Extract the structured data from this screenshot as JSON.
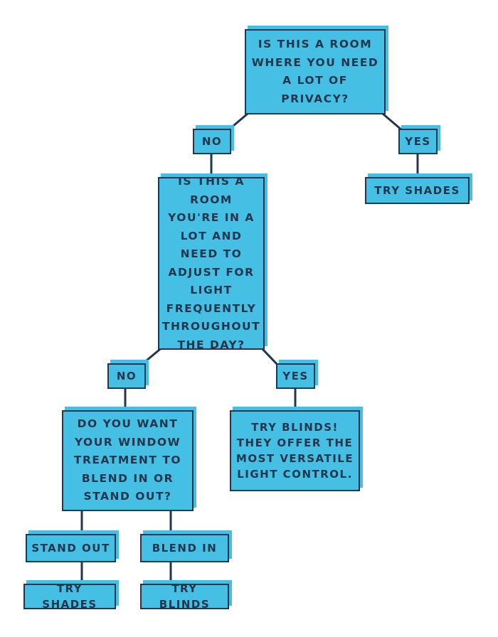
{
  "flowchart": {
    "q1": {
      "text": "IS THIS A ROOM WHERE YOU NEED A LOT OF PRIVACY?",
      "yes_label": "YES",
      "no_label": "NO",
      "yes_outcome": "TRY SHADES"
    },
    "q2": {
      "text": "IS THIS A ROOM YOU'RE IN A LOT AND NEED TO ADJUST FOR LIGHT FREQUENTLY THROUGHOUT THE DAY?",
      "yes_label": "YES",
      "no_label": "NO",
      "yes_outcome": "TRY BLINDS! THEY OFFER THE MOST VERSATILE LIGHT CONTROL."
    },
    "q3": {
      "text": "DO YOU WANT YOUR WINDOW TREATMENT TO BLEND IN OR STAND OUT?",
      "option_a_label": "STAND OUT",
      "option_a_outcome": "TRY SHADES",
      "option_b_label": "BLEND IN",
      "option_b_outcome": "TRY BLINDS"
    },
    "colors": {
      "box_fill": "#45bfe4",
      "outline": "#23364d",
      "text": "#23364d",
      "background": "#ffffff"
    }
  }
}
